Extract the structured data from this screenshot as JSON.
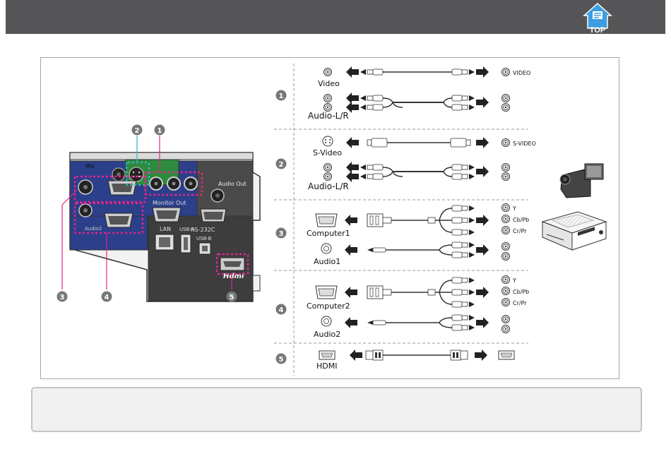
{
  "header": {
    "top_label": "TOP"
  },
  "figure": {
    "numbers": [
      "1",
      "2",
      "3",
      "4",
      "5"
    ],
    "panel_labels": {
      "mic": "Mic",
      "audio_out": "Audio Out",
      "monitor_out": "Monitor Out",
      "lan": "LAN",
      "usb_a": "USB-A",
      "usb_b": "USB-B",
      "rs232c": "RS-232C",
      "hdmi_logo": "Hdmi",
      "audio2": "Audio2"
    },
    "rows": {
      "r1": {
        "src_top": "Video",
        "dst_top": "VIDEO",
        "src_bottom": "Audio-L/R"
      },
      "r2": {
        "src_top": "S-Video",
        "dst_top": "S-VIDEO",
        "src_bottom": "Audio-L/R"
      },
      "r3": {
        "src_top": "Computer1",
        "dst_y": "Y",
        "dst_cb": "Cb/Pb",
        "dst_cr": "Cr/Pr",
        "src_bottom": "Audio1"
      },
      "r4": {
        "src_top": "Computer2",
        "dst_y": "Y",
        "dst_cb": "Cb/Pb",
        "dst_cr": "Cr/Pr",
        "src_bottom": "Audio2"
      },
      "r5": {
        "src_top": "HDMI"
      }
    }
  }
}
